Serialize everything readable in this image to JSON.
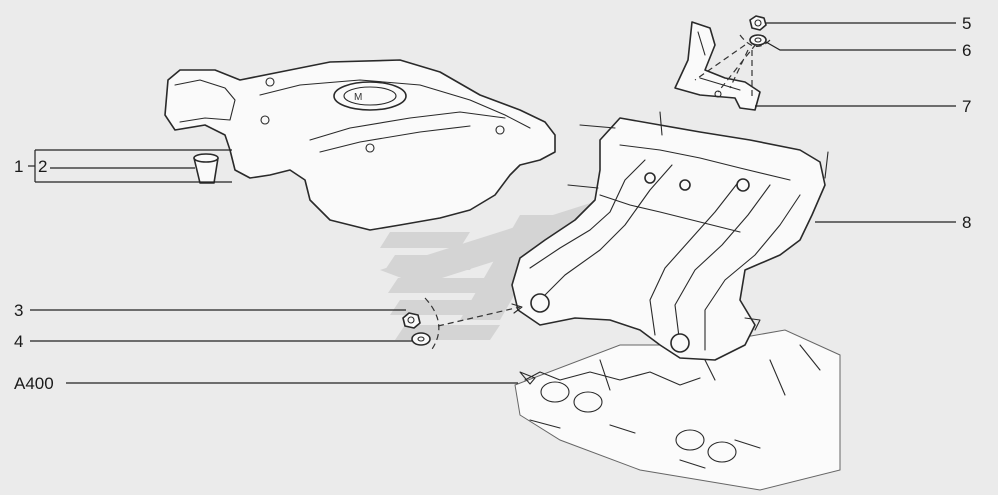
{
  "callouts": [
    {
      "id": "c1",
      "label": "1"
    },
    {
      "id": "c2",
      "label": "2"
    },
    {
      "id": "c3",
      "label": "3"
    },
    {
      "id": "c4",
      "label": "4"
    },
    {
      "id": "c5",
      "label": "5"
    },
    {
      "id": "c6",
      "label": "6"
    },
    {
      "id": "c7",
      "label": "7"
    },
    {
      "id": "c8",
      "label": "8"
    },
    {
      "id": "cA400",
      "label": "A400"
    }
  ],
  "colors": {
    "background": "#ebebeb",
    "line": "#222222",
    "part_fill": "#fafafa",
    "watermark": "#d4d4d4"
  },
  "parts": {
    "engine_cover": {
      "icon": "engine-cover-with-logo"
    },
    "cover_bushing": {
      "icon": "rubber-bushing"
    },
    "nut": {
      "icon": "hex-nut"
    },
    "washer": {
      "icon": "washer"
    },
    "bracket": {
      "icon": "bracket"
    },
    "intake_manifold": {
      "icon": "intake-manifold"
    },
    "cylinder_head_ghost": {
      "icon": "cylinder-head-outline"
    }
  }
}
